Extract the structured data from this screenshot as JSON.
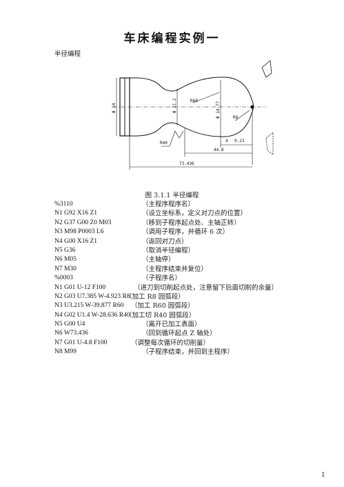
{
  "title": "车床编程实例一",
  "subtitle": "半径编程",
  "figure": {
    "caption": "图 3.1.1    半径编程",
    "dims": {
      "d24": "Φ 24",
      "d212": "Φ 21.2",
      "d1477": "Φ 14.77",
      "r60": "R60",
      "r8": "R8",
      "r40": "R40",
      "n4": "4",
      "n923": "9.23",
      "n448": "44.8",
      "n73436": "73.436"
    }
  },
  "program": [
    {
      "code": "%3110",
      "comment": "（主程序程序名）",
      "indent": 0
    },
    {
      "code": "N1 G92 X16 Z1",
      "comment": "（设立坐标系，定义对刀点的位置）",
      "indent": 0
    },
    {
      "code": "N2 G37 G00 Z0 M03",
      "comment": "（移到子程序起点处、主轴正转）",
      "indent": 0
    },
    {
      "code": "N3 M98 P0003 L6",
      "comment": "（调用子程序，并循环 6 次）",
      "indent": 0
    },
    {
      "code": "N4 G00 X16 Z1",
      "comment": "（返回对刀点）",
      "indent": 0
    },
    {
      "code": "N5 G36",
      "comment": "（取消半径编程）",
      "indent": 0
    },
    {
      "code": "N6 M05",
      "comment": "（主轴停）",
      "indent": 0
    },
    {
      "code": "N7 M30",
      "comment": "（主程序结束并复位）",
      "indent": 0
    },
    {
      "code": "%0003",
      "comment": "（子程序名）",
      "indent": 0
    },
    {
      "code": "N1 G01 U-12 F100",
      "comment": "（进刀到切削起点处，注意留下后面切削的余量）",
      "indent": -3
    },
    {
      "code": "N2 G03 U7.385 W-4.923 R8",
      "comment": "（加工 R8 园弧段）",
      "indent": -6
    },
    {
      "code": "N3 U3.215 W-39.877 R60",
      "comment": "（加工 R60 园弧段）",
      "indent": -4
    },
    {
      "code": "N4 G02 U1.4 W-28.636 R40",
      "comment": "（加工切 R40 园弧段）",
      "indent": -6
    },
    {
      "code": "N5 G00 U4",
      "comment": "（离开已加工表面）",
      "indent": 0
    },
    {
      "code": "N6 W73.436",
      "comment": "（回到循环起点 Z 轴处）",
      "indent": 0
    },
    {
      "code": "N7 G01 U-4.8 F100",
      "comment": "（调整每次循环的切削量）",
      "indent": -4
    },
    {
      "code": "N8 M99",
      "comment": "（子程序结束，并回到主程序）",
      "indent": 0
    }
  ],
  "page_number": "1"
}
